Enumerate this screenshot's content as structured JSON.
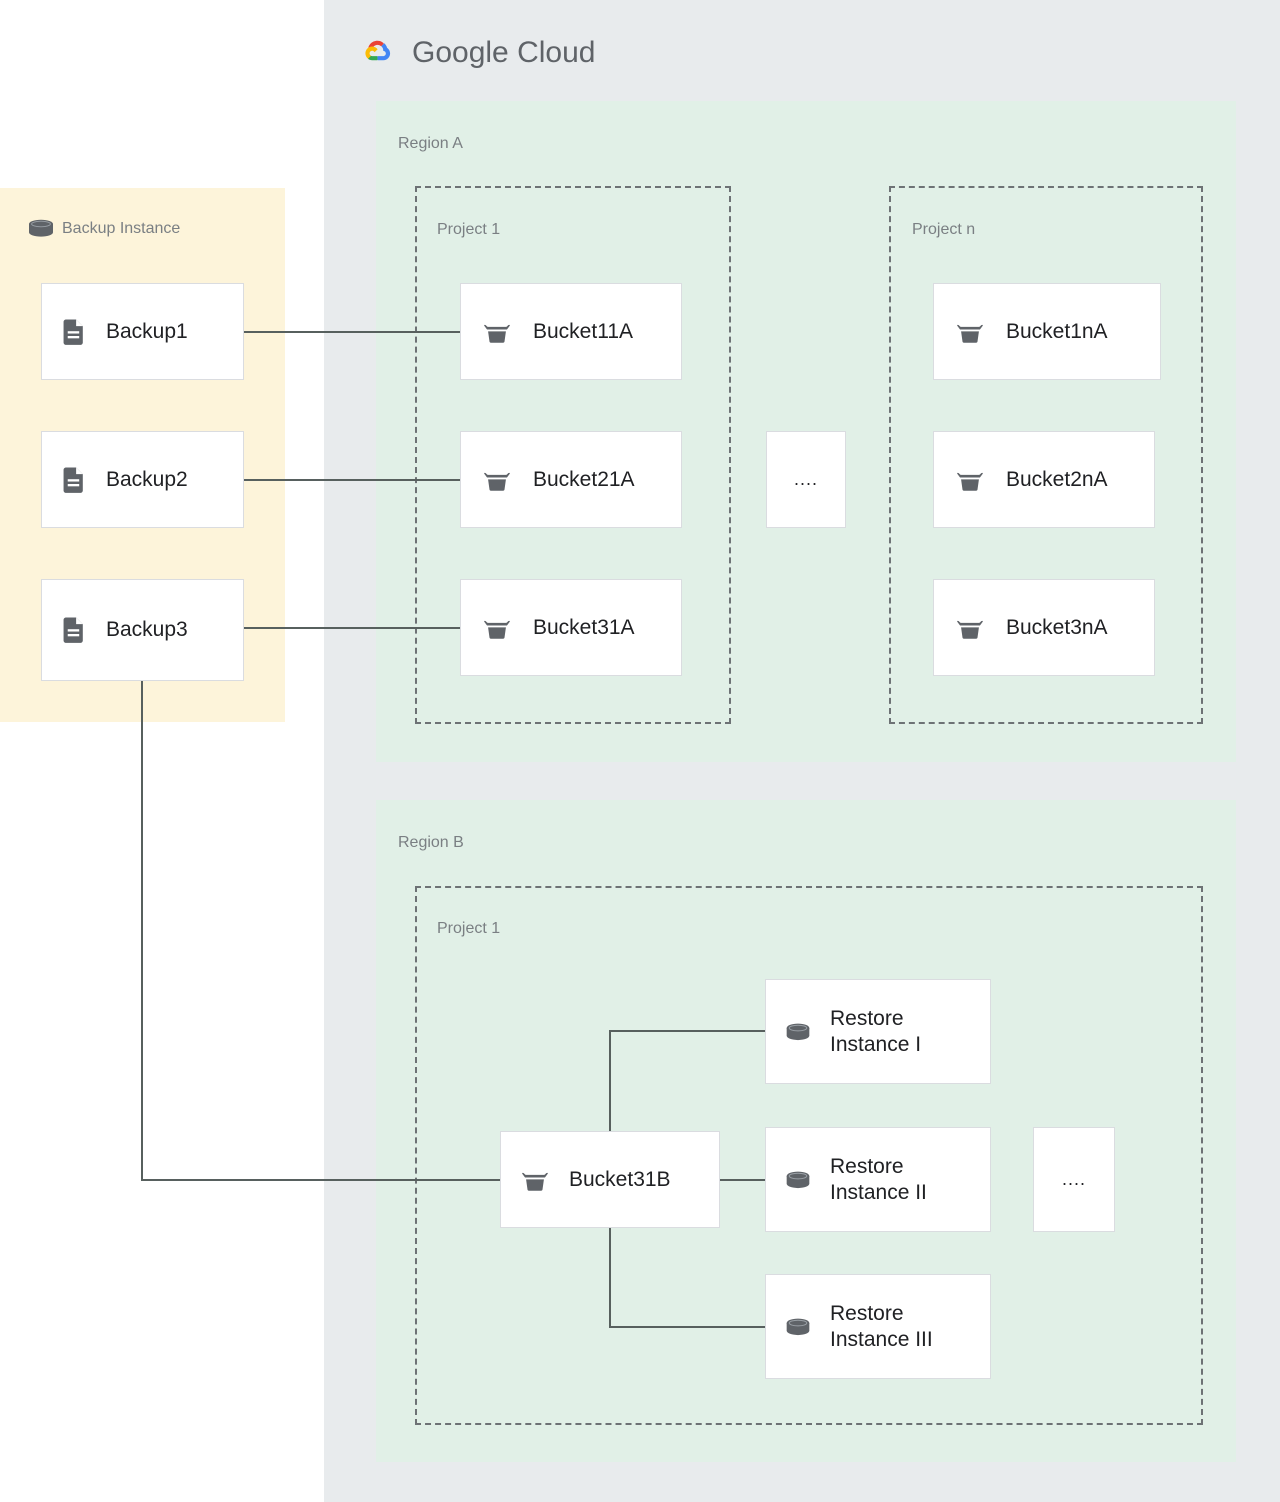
{
  "cloud": {
    "brand_bold": "Google",
    "brand_light": " Cloud",
    "logo_icon": "google-cloud-logo",
    "colors": {
      "panel_bg": "#e8ebed",
      "region_bg": "#e1f0e7",
      "backup_bg": "#fdf4da",
      "node_bg": "#ffffff",
      "node_border": "#dadce0",
      "connector": "#57605e",
      "label_text": "#7a7f83",
      "node_text": "#202124",
      "icon_fill": "#5f6368",
      "logo_red": "#ea4335",
      "logo_yellow": "#fbbc05",
      "logo_green": "#34a853",
      "logo_blue": "#4285f4"
    }
  },
  "backup_instance": {
    "label": "Backup Instance",
    "icon": "database-icon",
    "items": [
      {
        "label": "Backup1",
        "icon": "document-icon"
      },
      {
        "label": "Backup2",
        "icon": "document-icon"
      },
      {
        "label": "Backup3",
        "icon": "document-icon"
      }
    ]
  },
  "regions": [
    {
      "label": "Region A",
      "projects": [
        {
          "label": "Project 1",
          "items": [
            {
              "label": "Bucket11A",
              "icon": "bucket-icon"
            },
            {
              "label": "Bucket21A",
              "icon": "bucket-icon"
            },
            {
              "label": "Bucket31A",
              "icon": "bucket-icon"
            }
          ]
        },
        {
          "label": "Project n",
          "items": [
            {
              "label": "Bucket1nA",
              "icon": "bucket-icon"
            },
            {
              "label": "Bucket2nA",
              "icon": "bucket-icon"
            },
            {
              "label": "Bucket3nA",
              "icon": "bucket-icon"
            }
          ]
        }
      ],
      "ellipsis": "...."
    },
    {
      "label": "Region B",
      "projects": [
        {
          "label": "Project 1",
          "items": [
            {
              "label": "Bucket31B",
              "icon": "bucket-icon"
            },
            {
              "label": "Restore\nInstance I",
              "icon": "database-icon"
            },
            {
              "label": "Restore\nInstance II",
              "icon": "database-icon"
            },
            {
              "label": "Restore\nInstance III",
              "icon": "database-icon"
            }
          ]
        }
      ],
      "ellipsis": "...."
    }
  ]
}
